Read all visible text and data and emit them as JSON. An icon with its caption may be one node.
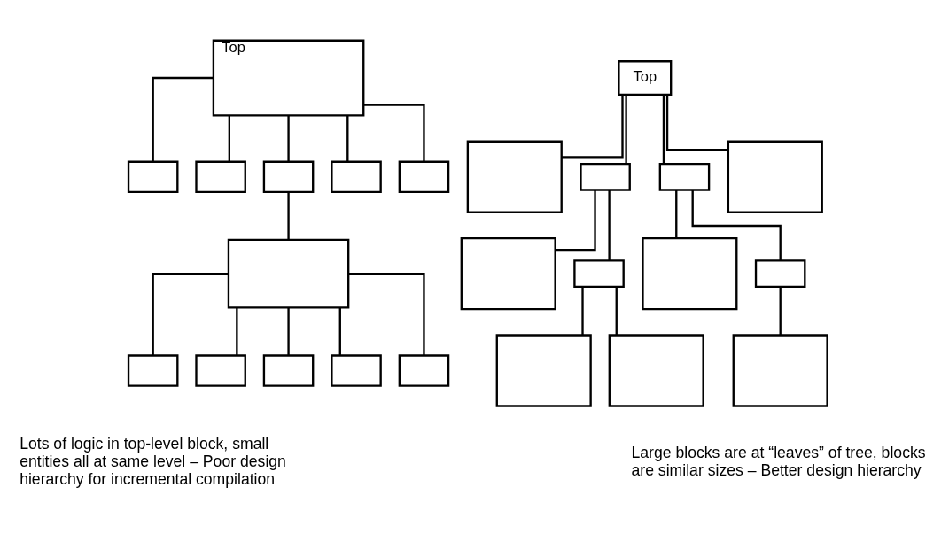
{
  "diagram": {
    "nodes": [
      {
        "text": [
          "Top"
        ]
      },
      {
        "text": [],
        "shape": "box"
      },
      {
        "text": [],
        "shape": "box"
      },
      {
        "text": [],
        "shape": "box"
      },
      {
        "text": [],
        "shape": "box"
      },
      {
        "text": [],
        "shape": "box"
      },
      {
        "text": [],
        "shape": "box"
      },
      {
        "text": [],
        "shape": "box"
      },
      {
        "text": [],
        "shape": "box"
      },
      {
        "text": [],
        "shape": "box"
      },
      {
        "text": [],
        "shape": "box"
      },
      {
        "text": [],
        "shape": "box"
      },
      {
        "text": [
          "Top"
        ]
      },
      {
        "text": [],
        "shape": "box"
      },
      {
        "text": [],
        "shape": "box"
      },
      {
        "text": [],
        "shape": "box"
      },
      {
        "text": [],
        "shape": "box"
      },
      {
        "text": [],
        "shape": "box"
      },
      {
        "text": [],
        "shape": "box"
      },
      {
        "text": [],
        "shape": "box"
      },
      {
        "text": [],
        "shape": "box"
      },
      {
        "text": [],
        "shape": "box"
      },
      {
        "text": [],
        "shape": "box"
      },
      {
        "text": [],
        "shape": "box"
      }
    ],
    "edges": [
      {
        "from": 0,
        "to": 1,
        "arrow": "none"
      },
      {
        "from": 0,
        "to": 2,
        "arrow": "none"
      },
      {
        "from": 0,
        "to": 3,
        "arrow": "none"
      },
      {
        "from": 0,
        "to": 4,
        "arrow": "none"
      },
      {
        "from": 0,
        "to": 5,
        "arrow": "none"
      },
      {
        "from": 3,
        "to": 6,
        "arrow": "none"
      },
      {
        "from": 6,
        "to": 7,
        "arrow": "none"
      },
      {
        "from": 6,
        "to": 8,
        "arrow": "none"
      },
      {
        "from": 6,
        "to": 9,
        "arrow": "none"
      },
      {
        "from": 6,
        "to": 10,
        "arrow": "none"
      },
      {
        "from": 6,
        "to": 11,
        "arrow": "none"
      },
      {
        "from": 12,
        "to": 13,
        "arrow": "none"
      },
      {
        "from": 12,
        "to": 14,
        "arrow": "none"
      },
      {
        "from": 12,
        "to": 15,
        "arrow": "none"
      },
      {
        "from": 12,
        "to": 16,
        "arrow": "none"
      },
      {
        "from": 14,
        "to": 17,
        "arrow": "none"
      },
      {
        "from": 14,
        "to": 18,
        "arrow": "none"
      },
      {
        "from": 18,
        "to": 19,
        "arrow": "none"
      },
      {
        "from": 18,
        "to": 20,
        "arrow": "none"
      },
      {
        "from": 15,
        "to": 21,
        "arrow": "none"
      },
      {
        "from": 15,
        "to": 22,
        "arrow": "none"
      },
      {
        "from": 22,
        "to": 23,
        "arrow": "none"
      }
    ],
    "labels": [
      "Lots of logic in top-level block, small entities all at same level – Poor design hierarchy for incremental compilation",
      "Large blocks are at “leaves” of tree, blocks are similar sizes – Better design hierarchy"
    ]
  }
}
